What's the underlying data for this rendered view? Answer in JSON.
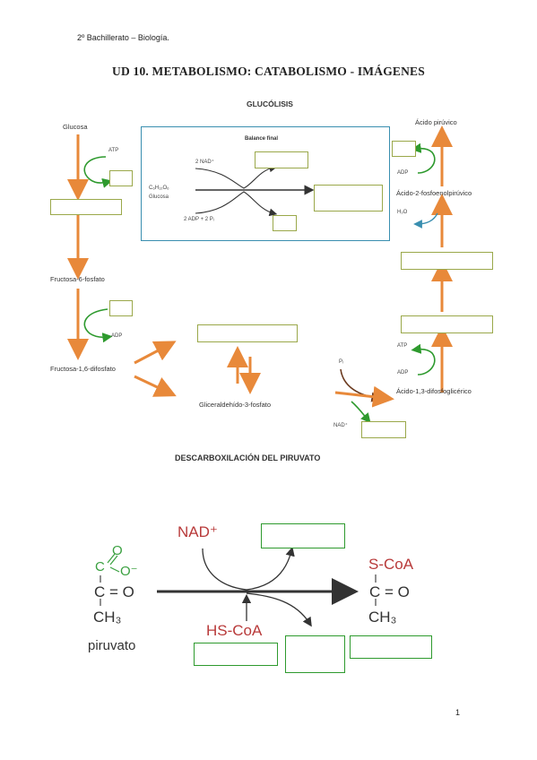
{
  "header": {
    "course": "2º Bachillerato – Biología."
  },
  "title": "UD 10. METABOLISMO: CATABOLISMO - IMÁGENES",
  "glycolysis": {
    "title": "GLUCÓLISIS",
    "glucose": "Glucosa",
    "atp1": "ATP",
    "f6p": "Fructosa-6-fosfato",
    "adp1": "ADP",
    "f16bp": "Fructosa-1,6-difosfato",
    "g3p": "Gliceraldehído-3-fosfato",
    "pi": "Pᵢ",
    "nad": "NAD⁺",
    "atp2": "ATP",
    "adp2": "ADP",
    "bpg": "Ácido-1,3-difosfoglicérico",
    "h2o": "H₂O",
    "pep": "Ácido-2-fosfoenolpirúvico",
    "adp3": "ADP",
    "pyruvic": "Ácido pirúvico",
    "balance": {
      "title": "Balance final",
      "nad": "2 NAD⁺",
      "formula": "C₆H₁₂O₆",
      "glucose": "Glucosa",
      "adp": "2 ADP + 2 Pᵢ"
    }
  },
  "decarboxylation": {
    "title": "DESCARBOXILACIÓN DEL PIRUVATO",
    "nad": "NAD⁺",
    "hscoa": "HS-CoA",
    "pyruvate_label": "piruvato",
    "pyr_o_top": "O",
    "pyr_c": "C",
    "pyr_o_minus": "O⁻",
    "pyr_co": "C = O",
    "pyr_ch3": "CH₃",
    "prod_scoa": "S-CoA",
    "prod_co": "C = O",
    "prod_ch3": "CH₃"
  },
  "page_number": "1",
  "colors": {
    "orange": "#e8893a",
    "green": "#2e9a2e",
    "teal": "#3a8fb0",
    "red": "#b83a3a"
  }
}
